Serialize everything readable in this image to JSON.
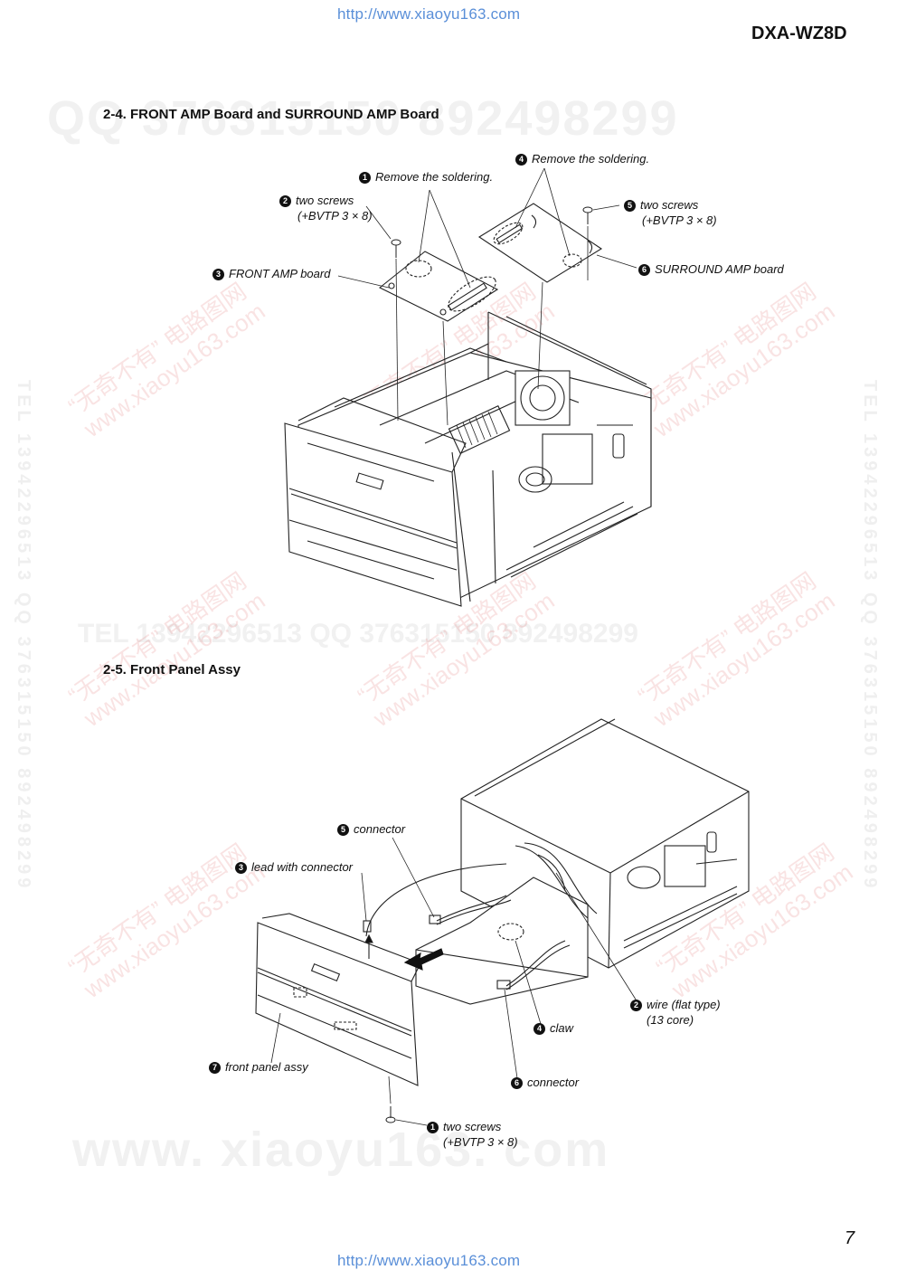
{
  "header": {
    "url": "http://www.xiaoyu163.com",
    "model": "DXA-WZ8D"
  },
  "watermarks": {
    "qq_line": "QQ 376315150    892498299",
    "tel_line": "TEL 13942296513    QQ 376315150    892498299",
    "bottom_url": "www. xiaoyu163. com",
    "side_text": "TEL 13942296513   QQ 376315150   892498299",
    "stamp_line1": "“无奇不有” 电路图网",
    "stamp_line2": "www.xiaoyu163.com"
  },
  "section1": {
    "title": "2-4. FRONT AMP Board and SURROUND AMP Board",
    "callouts": [
      {
        "num": "1",
        "text": "Remove the soldering."
      },
      {
        "num": "2",
        "text": "two screws",
        "text2": "(+BVTP 3 × 8)"
      },
      {
        "num": "3",
        "text": "FRONT AMP board"
      },
      {
        "num": "4",
        "text": "Remove the soldering."
      },
      {
        "num": "5",
        "text": "two screws",
        "text2": "(+BVTP 3 × 8)"
      },
      {
        "num": "6",
        "text": "SURROUND AMP board"
      }
    ]
  },
  "section2": {
    "title": "2-5. Front Panel Assy",
    "callouts": [
      {
        "num": "5",
        "text": "connector"
      },
      {
        "num": "3",
        "text": "lead with connector"
      },
      {
        "num": "2",
        "text": "wire (flat type)",
        "text2": "(13 core)"
      },
      {
        "num": "4",
        "text": "claw"
      },
      {
        "num": "7",
        "text": "front panel assy"
      },
      {
        "num": "6",
        "text": "connector"
      },
      {
        "num": "1",
        "text": "two screws",
        "text2": "(+BVTP 3 × 8)"
      }
    ]
  },
  "footer": {
    "page_number": "7",
    "url": "http://www.xiaoyu163.com"
  }
}
